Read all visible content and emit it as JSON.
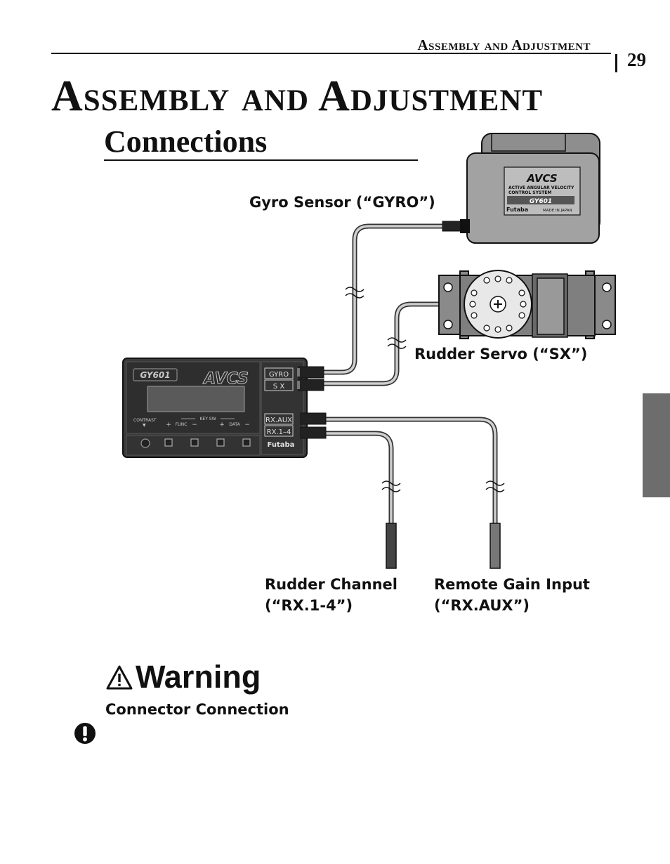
{
  "header": {
    "section_title": "Assembly and Adjustment",
    "page_number": "29"
  },
  "page_title": "Assembly and Adjustment",
  "section": {
    "title": "Connections"
  },
  "diagram": {
    "labels": {
      "gyro_sensor": "Gyro Sensor (“GYRO”)",
      "rudder_servo": "Rudder Servo (“SX”)",
      "rudder_channel_line1": "Rudder Channel",
      "rudder_channel_line2": "(“RX.1-4”)",
      "remote_gain_line1": "Remote Gain Input",
      "remote_gain_line2": "(“RX.AUX”)"
    },
    "gyro_unit": {
      "logo": "AVCS",
      "line1": "ACTIVE ANGULAR VELOCITY",
      "line2": "CONTROL SYSTEM",
      "model": "GY601",
      "brand": "Futaba",
      "made_in": "MADE IN JAPAN"
    },
    "amplifier": {
      "model": "GY601",
      "logo": "AVCS",
      "ports": [
        "GYRO",
        "S X",
        "RX.AUX",
        "RX.1–4"
      ],
      "contrast": "CONTRAST",
      "key_sw": "KEY SW",
      "func": "FUNC",
      "data": "DATA",
      "plus": "+",
      "minus": "−",
      "arrow": "▼",
      "brand": "Futaba"
    }
  },
  "warning": {
    "title": "Warning",
    "subheading": "Connector Connection"
  },
  "colors": {
    "side_tab": "#6d6d6d",
    "unit_fill": "#9a9a9a",
    "servo_fill": "#8a8a8a"
  }
}
